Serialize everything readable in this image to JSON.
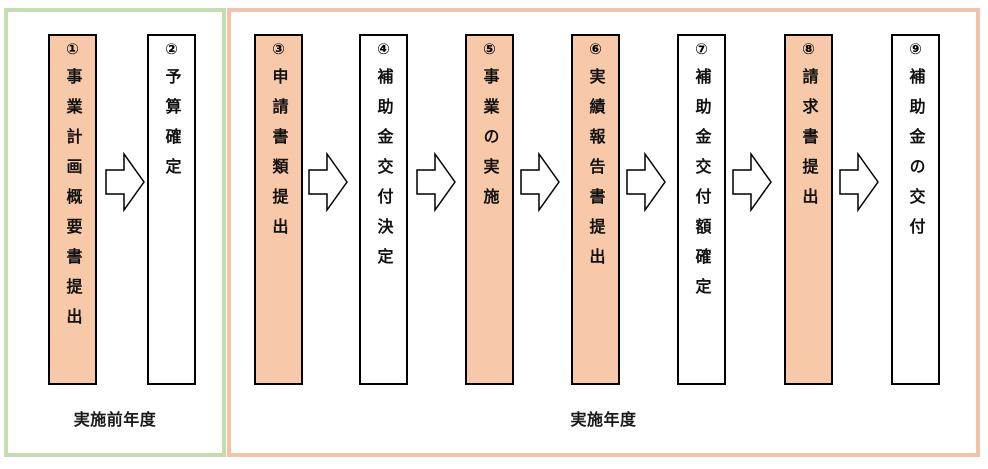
{
  "groups": [
    {
      "label": "実施前年度"
    },
    {
      "label": "実施年度"
    }
  ],
  "steps": [
    {
      "num": "①",
      "text": "事業計画概要書提出",
      "highlight": true
    },
    {
      "num": "②",
      "text": "予算確定",
      "highlight": false
    },
    {
      "num": "③",
      "text": "申請書類提出",
      "highlight": true
    },
    {
      "num": "④",
      "text": "補助金交付決定",
      "highlight": false
    },
    {
      "num": "⑤",
      "text": "事業の実施",
      "highlight": true
    },
    {
      "num": "⑥",
      "text": "実績報告書提出",
      "highlight": true
    },
    {
      "num": "⑦",
      "text": "補助金交付額確定",
      "highlight": false
    },
    {
      "num": "⑧",
      "text": "請求書提出",
      "highlight": true
    },
    {
      "num": "⑨",
      "text": "補助金の交付",
      "highlight": false
    }
  ],
  "colors": {
    "highlight_fill": "#f8c9a9",
    "prev_year_border": "#c5dcb0",
    "curr_year_border": "#f1c4a9"
  }
}
